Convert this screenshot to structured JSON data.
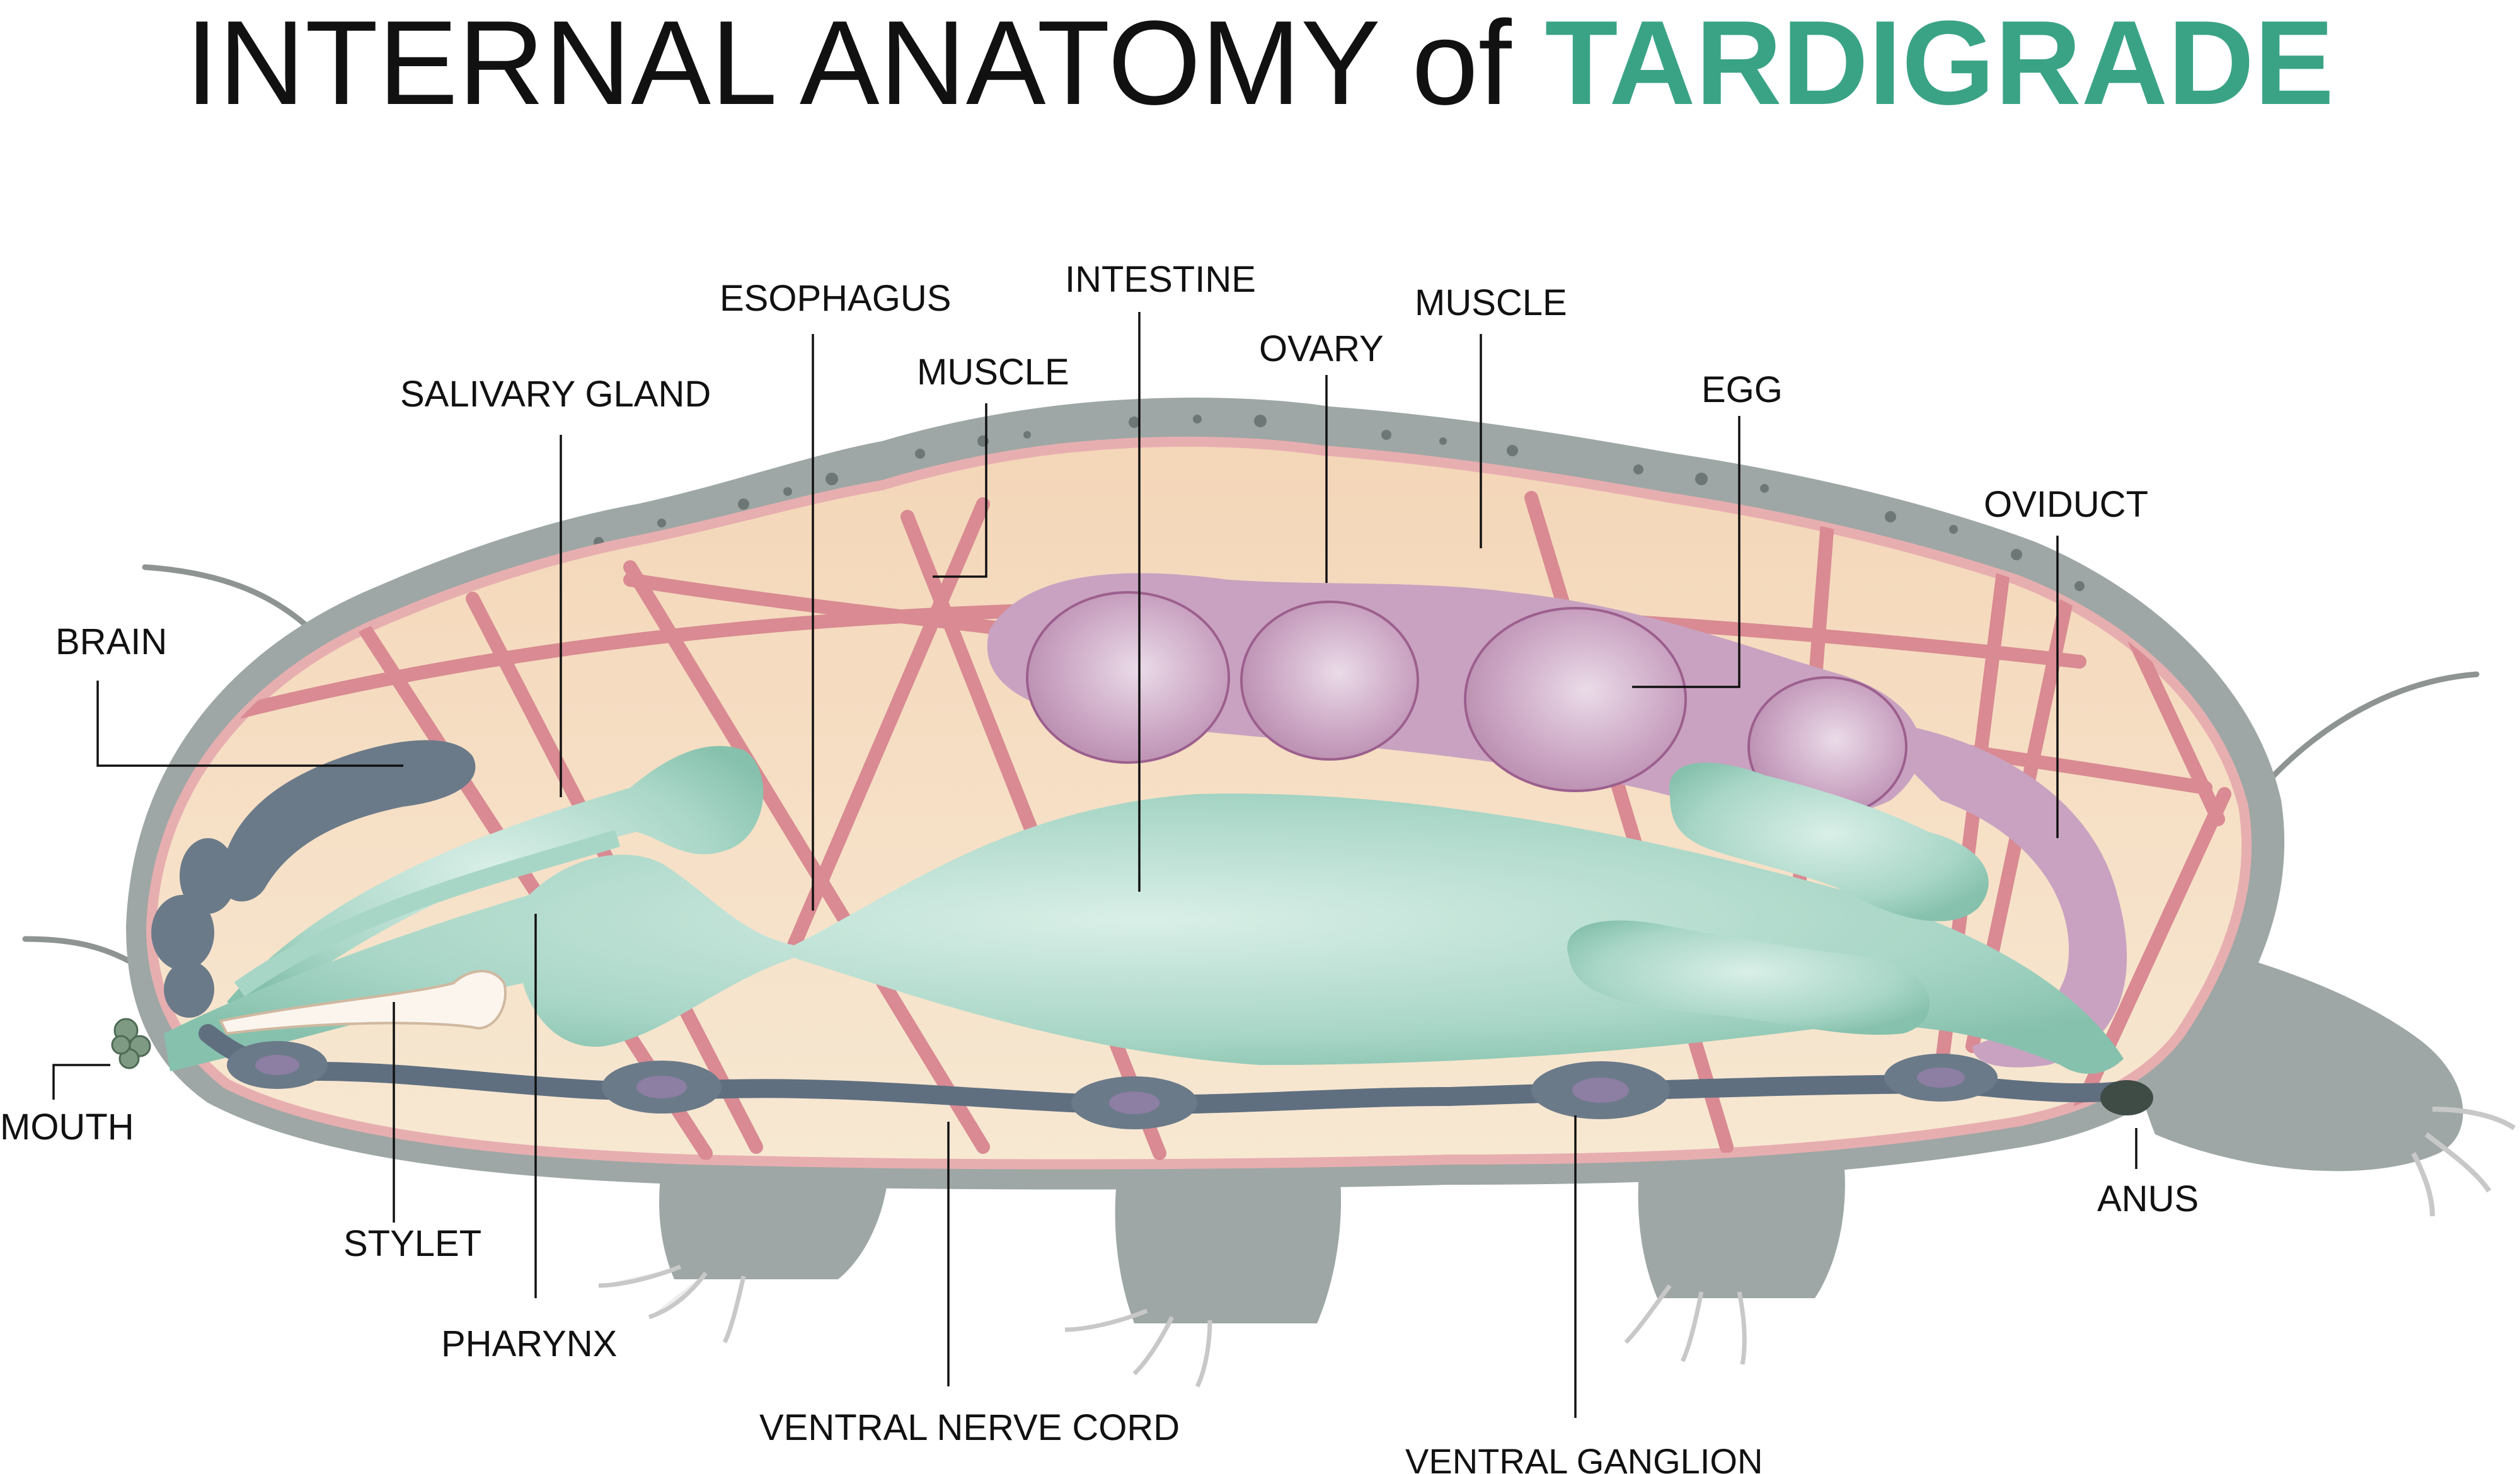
{
  "title": {
    "part1": "INTERNAL ANATOMY of ",
    "part2": "TARDIGRADE"
  },
  "colors": {
    "title_text": "#111111",
    "title_accent": "#3aa386",
    "body_fill": "#f6e1c8",
    "cuticle": "#9ea7a5",
    "muscle": "#d98a92",
    "digestive": "#a8d6c6",
    "reproductive": "#c9a2c1",
    "nerve": "#5f6f80"
  },
  "labels": {
    "brain": "BRAIN",
    "mouth": "MOUTH",
    "stylet": "STYLET",
    "pharynx": "PHARYNX",
    "salivary_gland": "SALIVARY GLAND",
    "esophagus": "ESOPHAGUS",
    "muscle_front": "MUSCLE",
    "intestine": "INTESTINE",
    "ovary": "OVARY",
    "muscle_back": "MUSCLE",
    "egg": "EGG",
    "oviduct": "OVIDUCT",
    "anus": "ANUS",
    "ventral_nerve_cord": "VENTRAL NERVE CORD",
    "ventral_ganglion": "VENTRAL GANGLION"
  }
}
